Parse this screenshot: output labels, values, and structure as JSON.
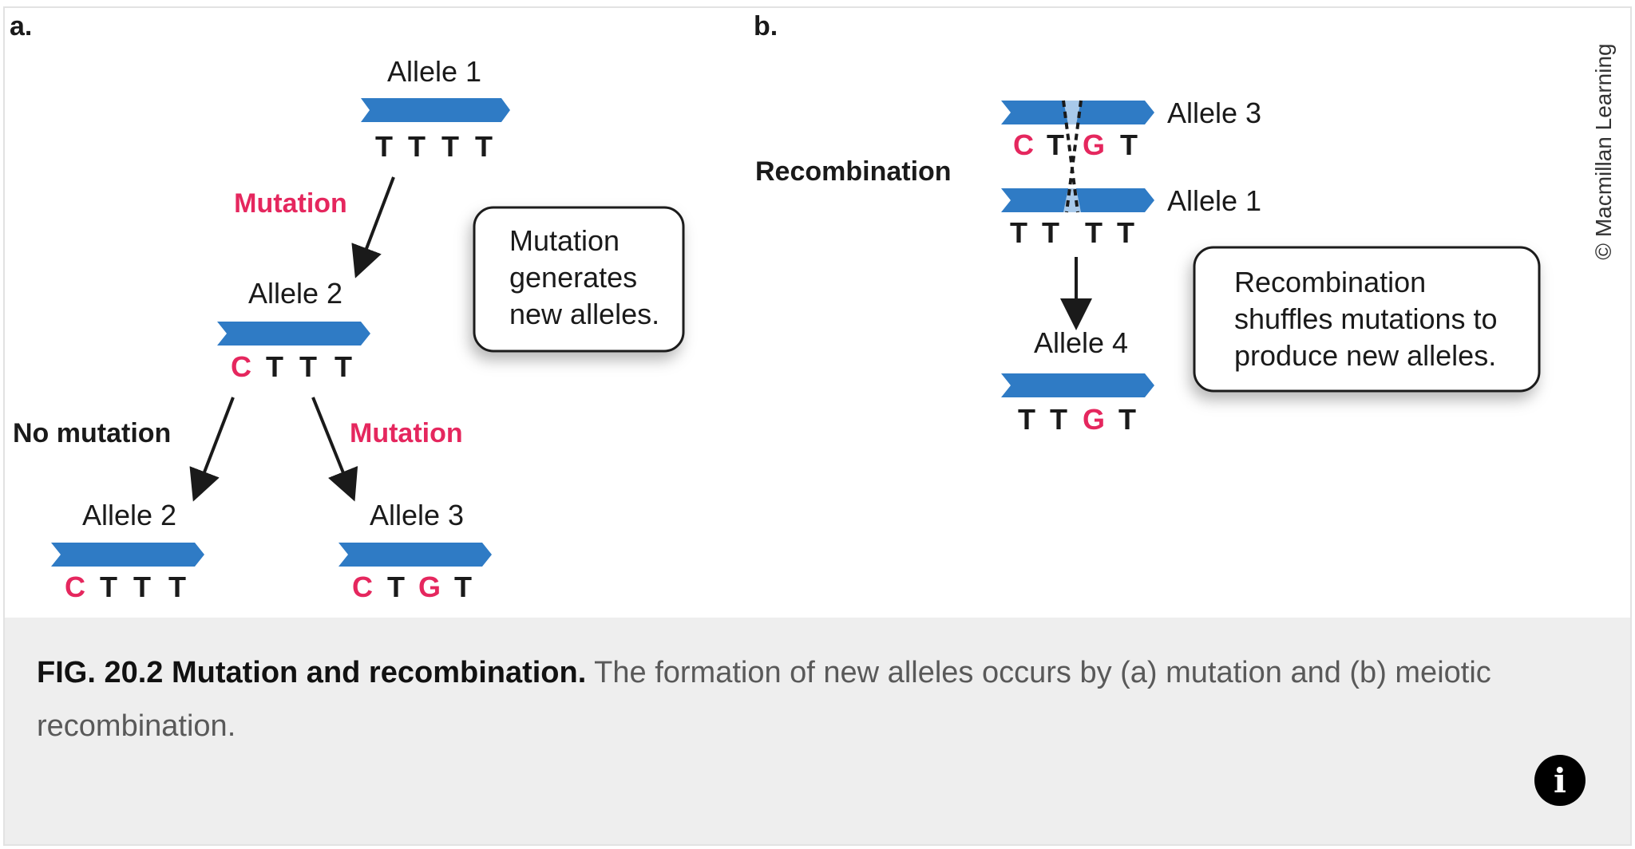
{
  "panels": {
    "a": {
      "label": "a.",
      "allele1": {
        "name": "Allele 1",
        "seq": [
          "T",
          "T",
          "T",
          "T"
        ]
      },
      "allele2": {
        "name": "Allele 2",
        "seq": [
          "C",
          "T",
          "T",
          "T"
        ]
      },
      "allele2_copy": {
        "name": "Allele 2",
        "seq": [
          "C",
          "T",
          "T",
          "T"
        ]
      },
      "allele3": {
        "name": "Allele 3",
        "seq": [
          "C",
          "T",
          "G",
          "T"
        ]
      },
      "mutation_label_1": "Mutation",
      "mutation_label_2": "Mutation",
      "no_mutation_label": "No mutation",
      "note": [
        "Mutation",
        "generates",
        "new alleles."
      ]
    },
    "b": {
      "label": "b.",
      "recombination_label": "Recombination",
      "allele3": {
        "name": "Allele 3",
        "seq": [
          "C",
          "T",
          "G",
          "T"
        ]
      },
      "allele1": {
        "name": "Allele 1",
        "seq": [
          "T",
          "T",
          "T",
          "T"
        ]
      },
      "allele4": {
        "name": "Allele 4",
        "seq": [
          "T",
          "T",
          "G",
          "T"
        ]
      },
      "note": [
        "Recombination",
        "shuffles mutations to",
        "produce new alleles."
      ]
    }
  },
  "credit": "© Macmillan Learning",
  "caption": {
    "label": "FIG. 20.2 Mutation and recombination.",
    "text": " The formation of new alleles occurs by (a) mutation and (b) meiotic recombination."
  },
  "colors": {
    "strand": "#2f7bc5",
    "strand_light": "#a8c9ea",
    "mutation": "#e5275e",
    "text": "#1a1a1a"
  },
  "icons": {
    "info": "info-icon"
  }
}
